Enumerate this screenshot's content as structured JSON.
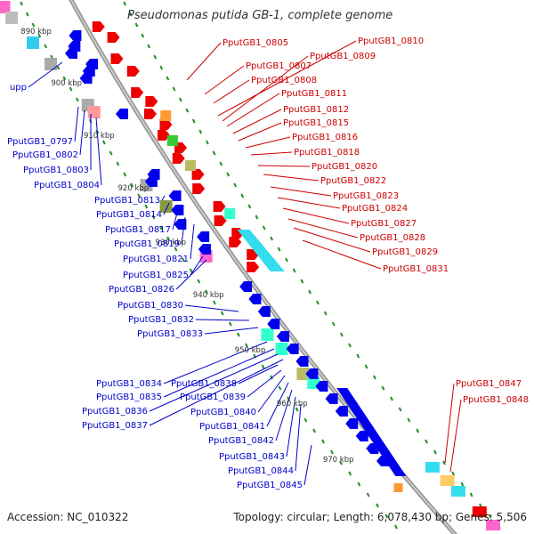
{
  "title": "Pseudomonas putida GB-1, complete genome",
  "footer": {
    "accession": "Accession: NC_010322",
    "topology": "Topology: circular; Length: 6,078,430 bp; Genes: 5,506"
  },
  "colors": {
    "backbone": "#9a9a9a",
    "tick": "#2c8a2c",
    "label_forward": "#cc0000",
    "label_reverse": "#0000cc"
  },
  "scale_labels": [
    "890 kbp",
    "900 kbp",
    "910 kbp",
    "920 kbp",
    "930 kbp",
    "940 kbp",
    "950 kbp",
    "960 kbp",
    "970 kbp"
  ],
  "reverse_labels": [
    "upp",
    "PputGB1_0797",
    "PputGB1_0802",
    "PputGB1_0803",
    "PputGB1_0804",
    "PputGB1_0813",
    "PputGB1_0814",
    "PputGB1_0817",
    "PputGB1_0819",
    "PputGB1_0821",
    "PputGB1_0825",
    "PputGB1_0826",
    "PputGB1_0830",
    "PputGB1_0832",
    "PputGB1_0833",
    "PputGB1_0834",
    "PputGB1_0835",
    "PputGB1_0836",
    "PputGB1_0837",
    "PputGB1_0838",
    "PputGB1_0839",
    "PputGB1_0840",
    "PputGB1_0841",
    "PputGB1_0842",
    "PputGB1_0843",
    "PputGB1_0844",
    "PputGB1_0845"
  ],
  "forward_labels": [
    "PputGB1_0805",
    "PputGB1_0807",
    "PputGB1_0808",
    "PputGB1_0810",
    "PputGB1_0809",
    "PputGB1_0811",
    "PputGB1_0812",
    "PputGB1_0815",
    "PputGB1_0816",
    "PputGB1_0818",
    "PputGB1_0820",
    "PputGB1_0822",
    "PputGB1_0823",
    "PputGB1_0824",
    "PputGB1_0827",
    "PputGB1_0828",
    "PputGB1_0829",
    "PputGB1_0831",
    "PputGB1_0847",
    "PputGB1_0848"
  ]
}
